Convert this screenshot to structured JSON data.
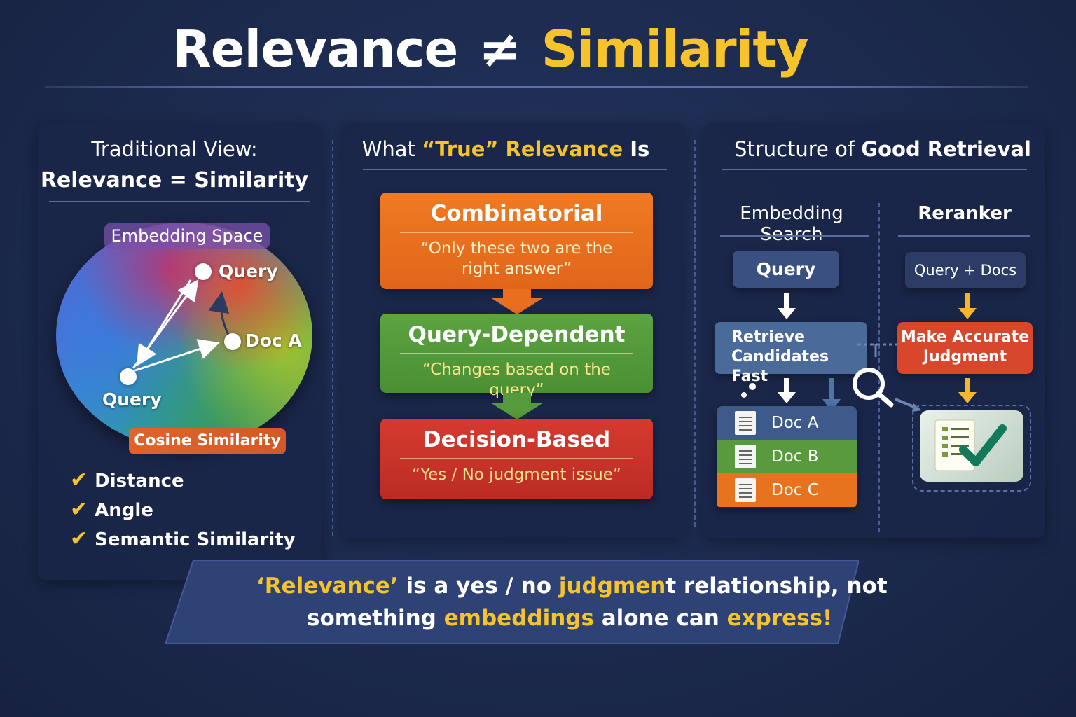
{
  "title": {
    "left": "Relevance",
    "neq": "≠",
    "right": "Similarity"
  },
  "panel_traditional": {
    "heading_line1": "Traditional View:",
    "heading_line2": "Relevance = Similarity",
    "space_label": "Embedding Space",
    "points": {
      "query_top": "Query",
      "doc_a": "Doc A",
      "query_bottom": "Query"
    },
    "badge": "Cosine Similarity",
    "checks": [
      "Distance",
      "Angle",
      "Semantic Similarity"
    ],
    "check_glyph": "✔"
  },
  "panel_true": {
    "heading_a": "What ",
    "heading_b": "“True” Relevance",
    "heading_c": " Is",
    "cards": [
      {
        "title": "Combinatorial",
        "quote": "“Only these two are the right answer”",
        "color": "#e96f1f"
      },
      {
        "title": "Query-Dependent",
        "quote": "“Changes based on the query”",
        "color": "#559a3b"
      },
      {
        "title": "Decision-Based",
        "quote": "“Yes / No judgment issue”",
        "color": "#cc342a"
      }
    ]
  },
  "panel_structure": {
    "heading_a": "Structure of ",
    "heading_b": "Good Retrieval",
    "left_col": {
      "title": "Embedding Search",
      "query": "Query",
      "retrieve": "Retrieve Candidates Fast",
      "docs": [
        "Doc A",
        "Doc B",
        "Doc C"
      ]
    },
    "right_col": {
      "title": "Reranker",
      "input": "Query + Docs",
      "judge": "Make Accurate Judgment"
    }
  },
  "banner": {
    "l1_a": "‘Relevance’",
    "l1_b": " is a yes / no ",
    "l1_c": "judgmen",
    "l1_d": "t relationship, not",
    "l2_a": "something ",
    "l2_b": "embeddings",
    "l2_c": " alone can ",
    "l2_d": "express!"
  },
  "colors": {
    "accent_yellow": "#f7c32a",
    "background": "#1c2a4e"
  }
}
